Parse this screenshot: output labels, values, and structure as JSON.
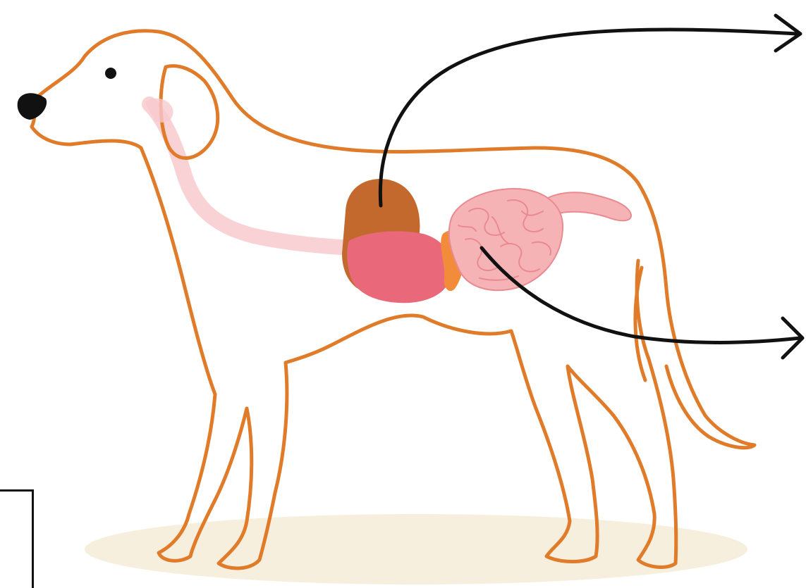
{
  "diagram": {
    "subject": "dog-digestive-system",
    "parts": [
      {
        "id": "esophagus",
        "icon": "esophagus-icon"
      },
      {
        "id": "liver",
        "icon": "liver-icon"
      },
      {
        "id": "stomach",
        "icon": "stomach-icon"
      },
      {
        "id": "pancreas",
        "icon": "pancreas-icon"
      },
      {
        "id": "small-intestine",
        "icon": "small-intestine-icon"
      },
      {
        "id": "large-intestine",
        "icon": "large-intestine-icon"
      }
    ],
    "arrows": [
      {
        "from": "liver",
        "direction": "upper-right"
      },
      {
        "from": "small-intestine",
        "direction": "right"
      }
    ]
  },
  "colors": {
    "body_outline": "#E07B2A",
    "esophagus": "#F9D2D6",
    "liver": "#C4692E",
    "stomach": "#E9697A",
    "pancreas": "#F28C3A",
    "intestine_fill": "#F6B3B6",
    "intestine_line": "#E98A90",
    "ground_shadow": "#F6EFDD",
    "arrow": "#111111",
    "ear_inner": "#F7C9CF",
    "nose": "#111111"
  }
}
